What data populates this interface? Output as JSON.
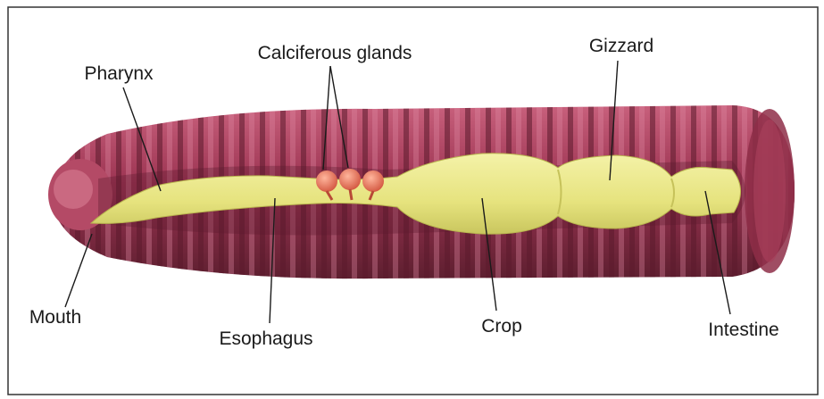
{
  "labels": {
    "calciferous_glands": "Calciferous glands",
    "gizzard": "Gizzard",
    "pharynx": "Pharynx",
    "mouth": "Mouth",
    "esophagus": "Esophagus",
    "crop": "Crop",
    "intestine": "Intestine"
  },
  "colors": {
    "body_wall": "#a8405c",
    "body_wall_dark": "#6e2436",
    "body_wall_light": "#d27890",
    "gut": "#ecea8e",
    "gut_shadow": "#cfcc6a",
    "glands": "#e8765c",
    "border": "#333333"
  }
}
